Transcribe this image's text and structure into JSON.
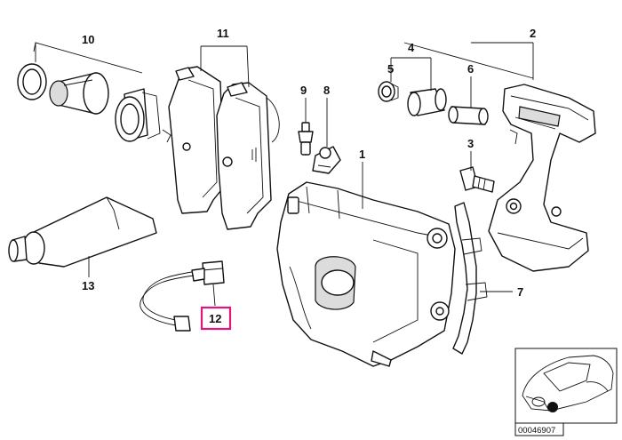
{
  "callouts": {
    "c1": "1",
    "c2": "2",
    "c3": "3",
    "c4": "4",
    "c5": "5",
    "c6": "6",
    "c7": "7",
    "c8": "8",
    "c9": "9",
    "c10": "10",
    "c11": "11",
    "c12": "12",
    "c13": "13"
  },
  "highlight": {
    "callout": "12",
    "color": "#e0157a"
  },
  "inset": {
    "reference_number": "00046907"
  }
}
